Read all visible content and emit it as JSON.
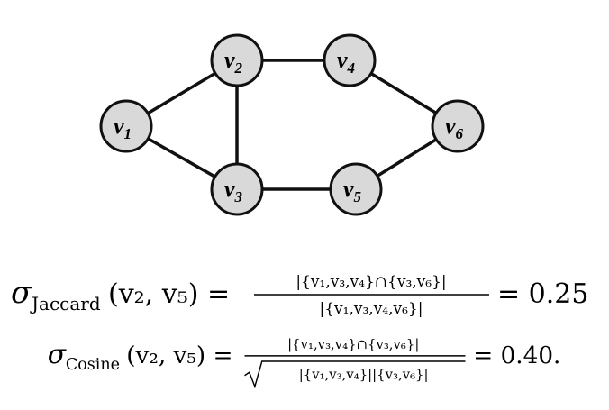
{
  "graph": {
    "nodes": [
      {
        "id": "v1",
        "base": "v",
        "sub": "1"
      },
      {
        "id": "v2",
        "base": "v",
        "sub": "2"
      },
      {
        "id": "v3",
        "base": "v",
        "sub": "3"
      },
      {
        "id": "v4",
        "base": "v",
        "sub": "4"
      },
      {
        "id": "v5",
        "base": "v",
        "sub": "5"
      },
      {
        "id": "v6",
        "base": "v",
        "sub": "6"
      }
    ],
    "edges": [
      [
        "v1",
        "v2"
      ],
      [
        "v1",
        "v3"
      ],
      [
        "v2",
        "v3"
      ],
      [
        "v2",
        "v4"
      ],
      [
        "v3",
        "v5"
      ],
      [
        "v4",
        "v6"
      ],
      [
        "v5",
        "v6"
      ]
    ],
    "node_fill": "#d9d9d9",
    "stroke": "#111111"
  },
  "formulas": {
    "jaccard": {
      "sigma": "σ",
      "name": "Jaccard",
      "args": "(v₂, v₅) =",
      "numerator": "|{v₁,v₃,v₄}∩{v₃,v₆}|",
      "denominator": "|{v₁,v₃,v₄,v₆}|",
      "result": "= 0.25"
    },
    "cosine": {
      "sigma": "σ",
      "name": "Cosine",
      "args": "(v₂, v₅) =",
      "numerator": "|{v₁,v₃,v₄}∩{v₃,v₆}|",
      "denominator": "|{v₁,v₃,v₄}||{v₃,v₆}|",
      "result": "= 0.40."
    }
  }
}
